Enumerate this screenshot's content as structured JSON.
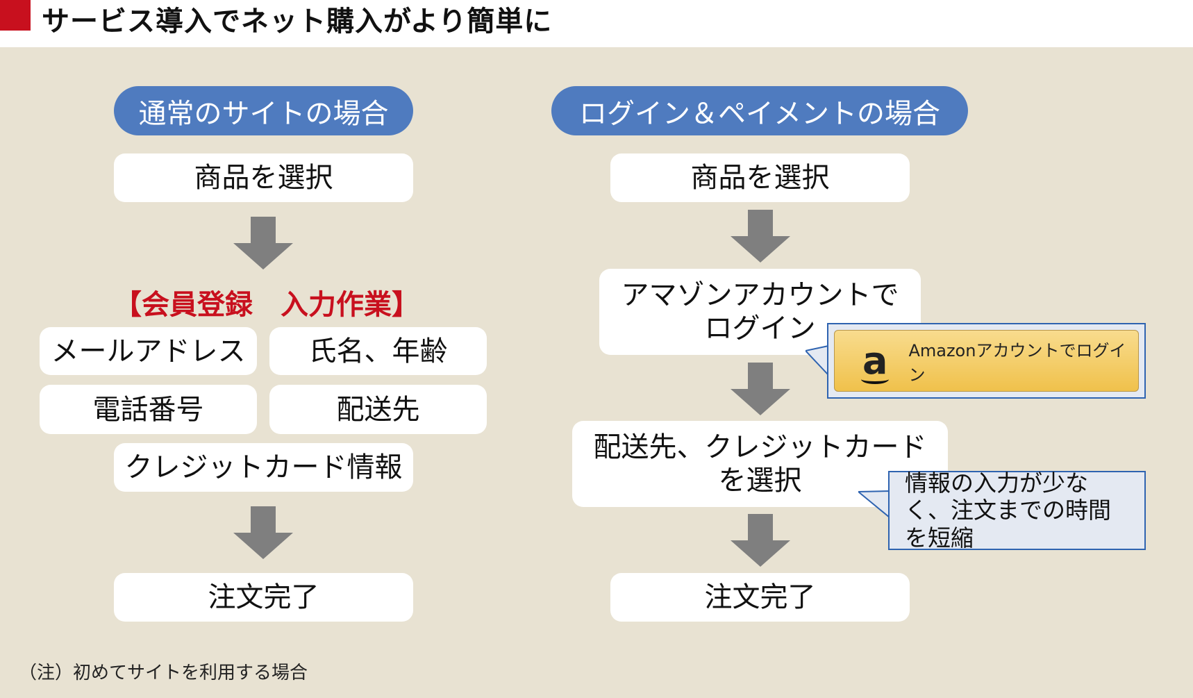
{
  "title": "サービス導入でネット購入がより簡単に",
  "left": {
    "header": "通常のサイトの場合",
    "step1": "商品を選択",
    "input_label": "【会員登録　入力作業】",
    "fields": [
      "メールアドレス",
      "氏名、年齢",
      "電話番号",
      "配送先",
      "クレジットカード情報"
    ],
    "final": "注文完了"
  },
  "right": {
    "header": "ログイン＆ペイメントの場合",
    "step1": "商品を選択",
    "step2": "アマゾンアカウントでログイン",
    "amazon_button": "Amazonアカウントでログイン",
    "amazon_logo": "a",
    "step3": "配送先、クレジットカードを選択",
    "callout": "情報の入力が少なく、注文までの時間を短縮",
    "final": "注文完了"
  },
  "note": "（注）初めてサイトを利用する場合",
  "colors": {
    "accent": "#c8101e",
    "pill": "#4f7bbf",
    "arrow": "#7f7f7f",
    "background": "#e8e2d2"
  }
}
